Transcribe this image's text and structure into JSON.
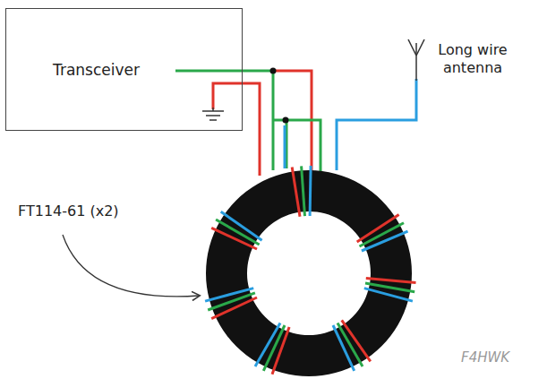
{
  "diagram": {
    "nodes": [
      {
        "text": [
          "Transceiver"
        ]
      }
    ],
    "labels": [
      "Long wire antenna",
      "FT114-61 (x2)",
      "F4HWK"
    ]
  }
}
